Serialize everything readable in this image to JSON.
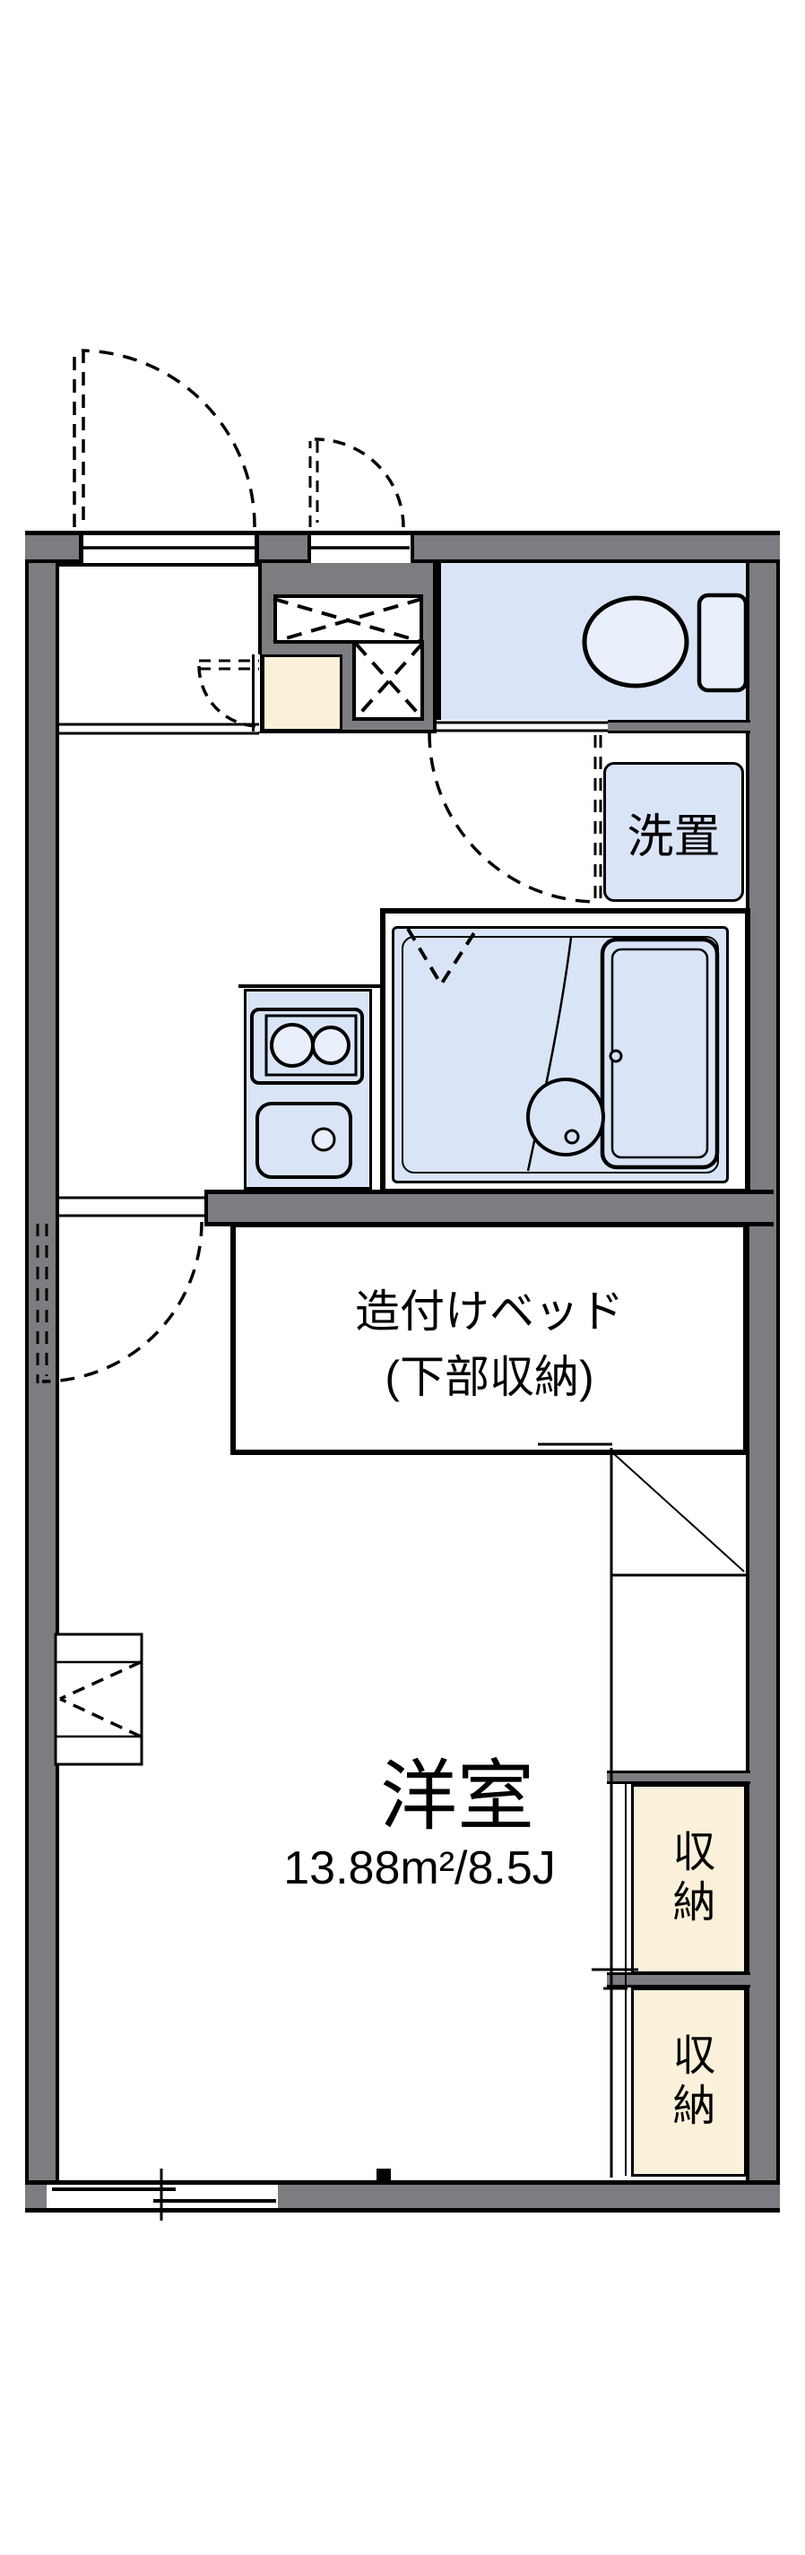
{
  "plan": {
    "type": "floor-plan",
    "labels": {
      "washer": "洗置",
      "bed_line1": "造付けベッド",
      "bed_line2": "(下部収納)",
      "room_name": "洋室",
      "room_area": "13.88m²/8.5J",
      "storage": "収納"
    },
    "colors": {
      "wall": "#7c7c81",
      "fixture_blue": "#d9e5f7",
      "fixture_blue_light": "#e9f0fb",
      "cream": "#fbf1da",
      "line": "#000000",
      "bg": "#ffffff"
    }
  }
}
